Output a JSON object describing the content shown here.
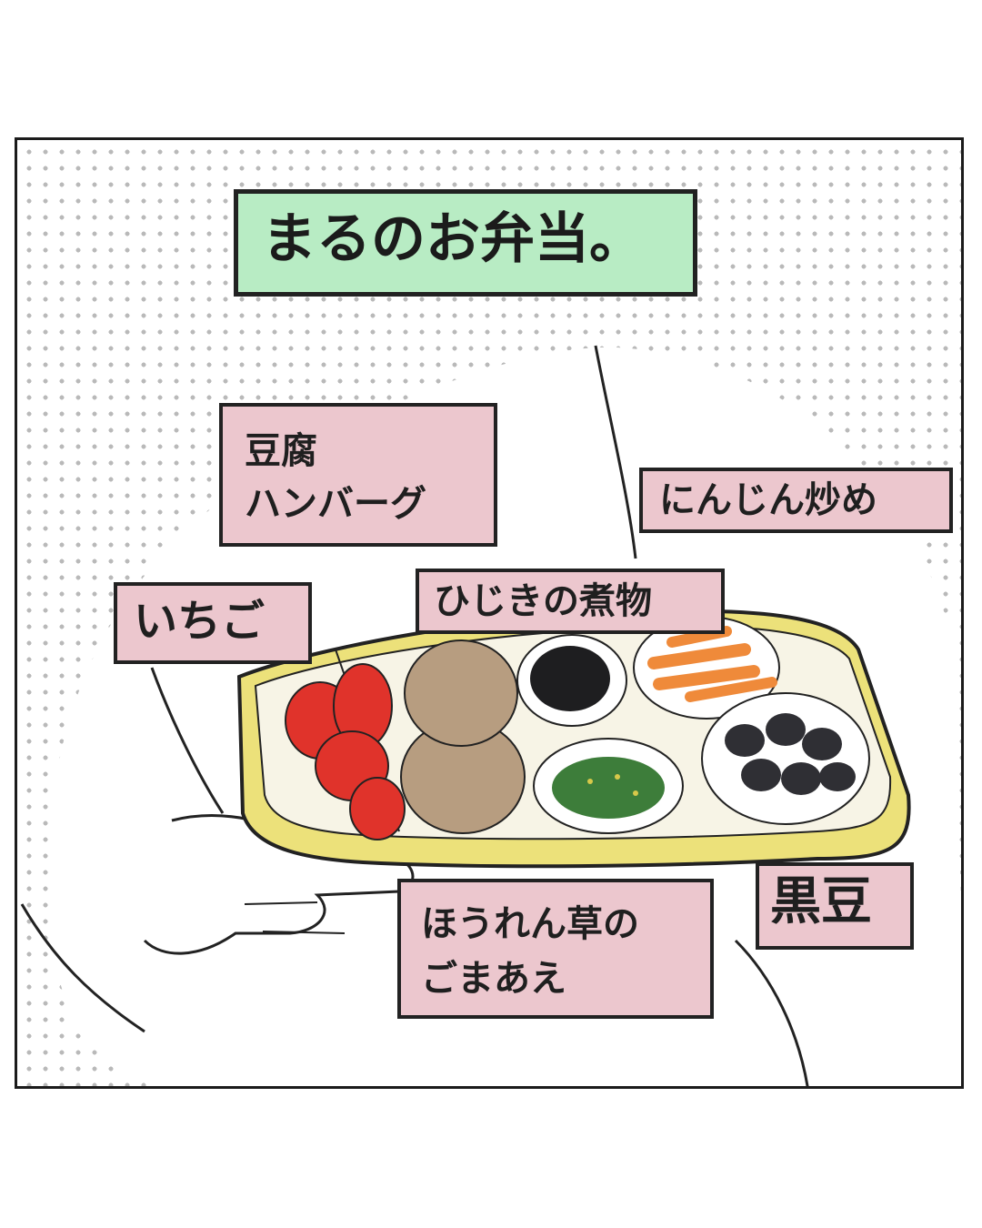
{
  "title": "まるのお弁当。",
  "labels": {
    "tofu_hamburg": [
      "豆腐",
      "ハンバーグ"
    ],
    "carrot": "にんじん炒め",
    "hijiki": "ひじきの煮物",
    "strawberry": "いちご",
    "spinach": [
      "ほうれん草の",
      "ごまあえ"
    ],
    "black_beans": "黒豆"
  },
  "colors": {
    "title_bg": "#b8ecc4",
    "label_bg": "#ecc7ce",
    "lunchbox": "#ece17a",
    "strawberry": "#e0332b",
    "tofu": "#b79d80",
    "carrot": "#ef8a3a",
    "spinach": "#3d7d3a",
    "beans": "#2f2f34"
  }
}
